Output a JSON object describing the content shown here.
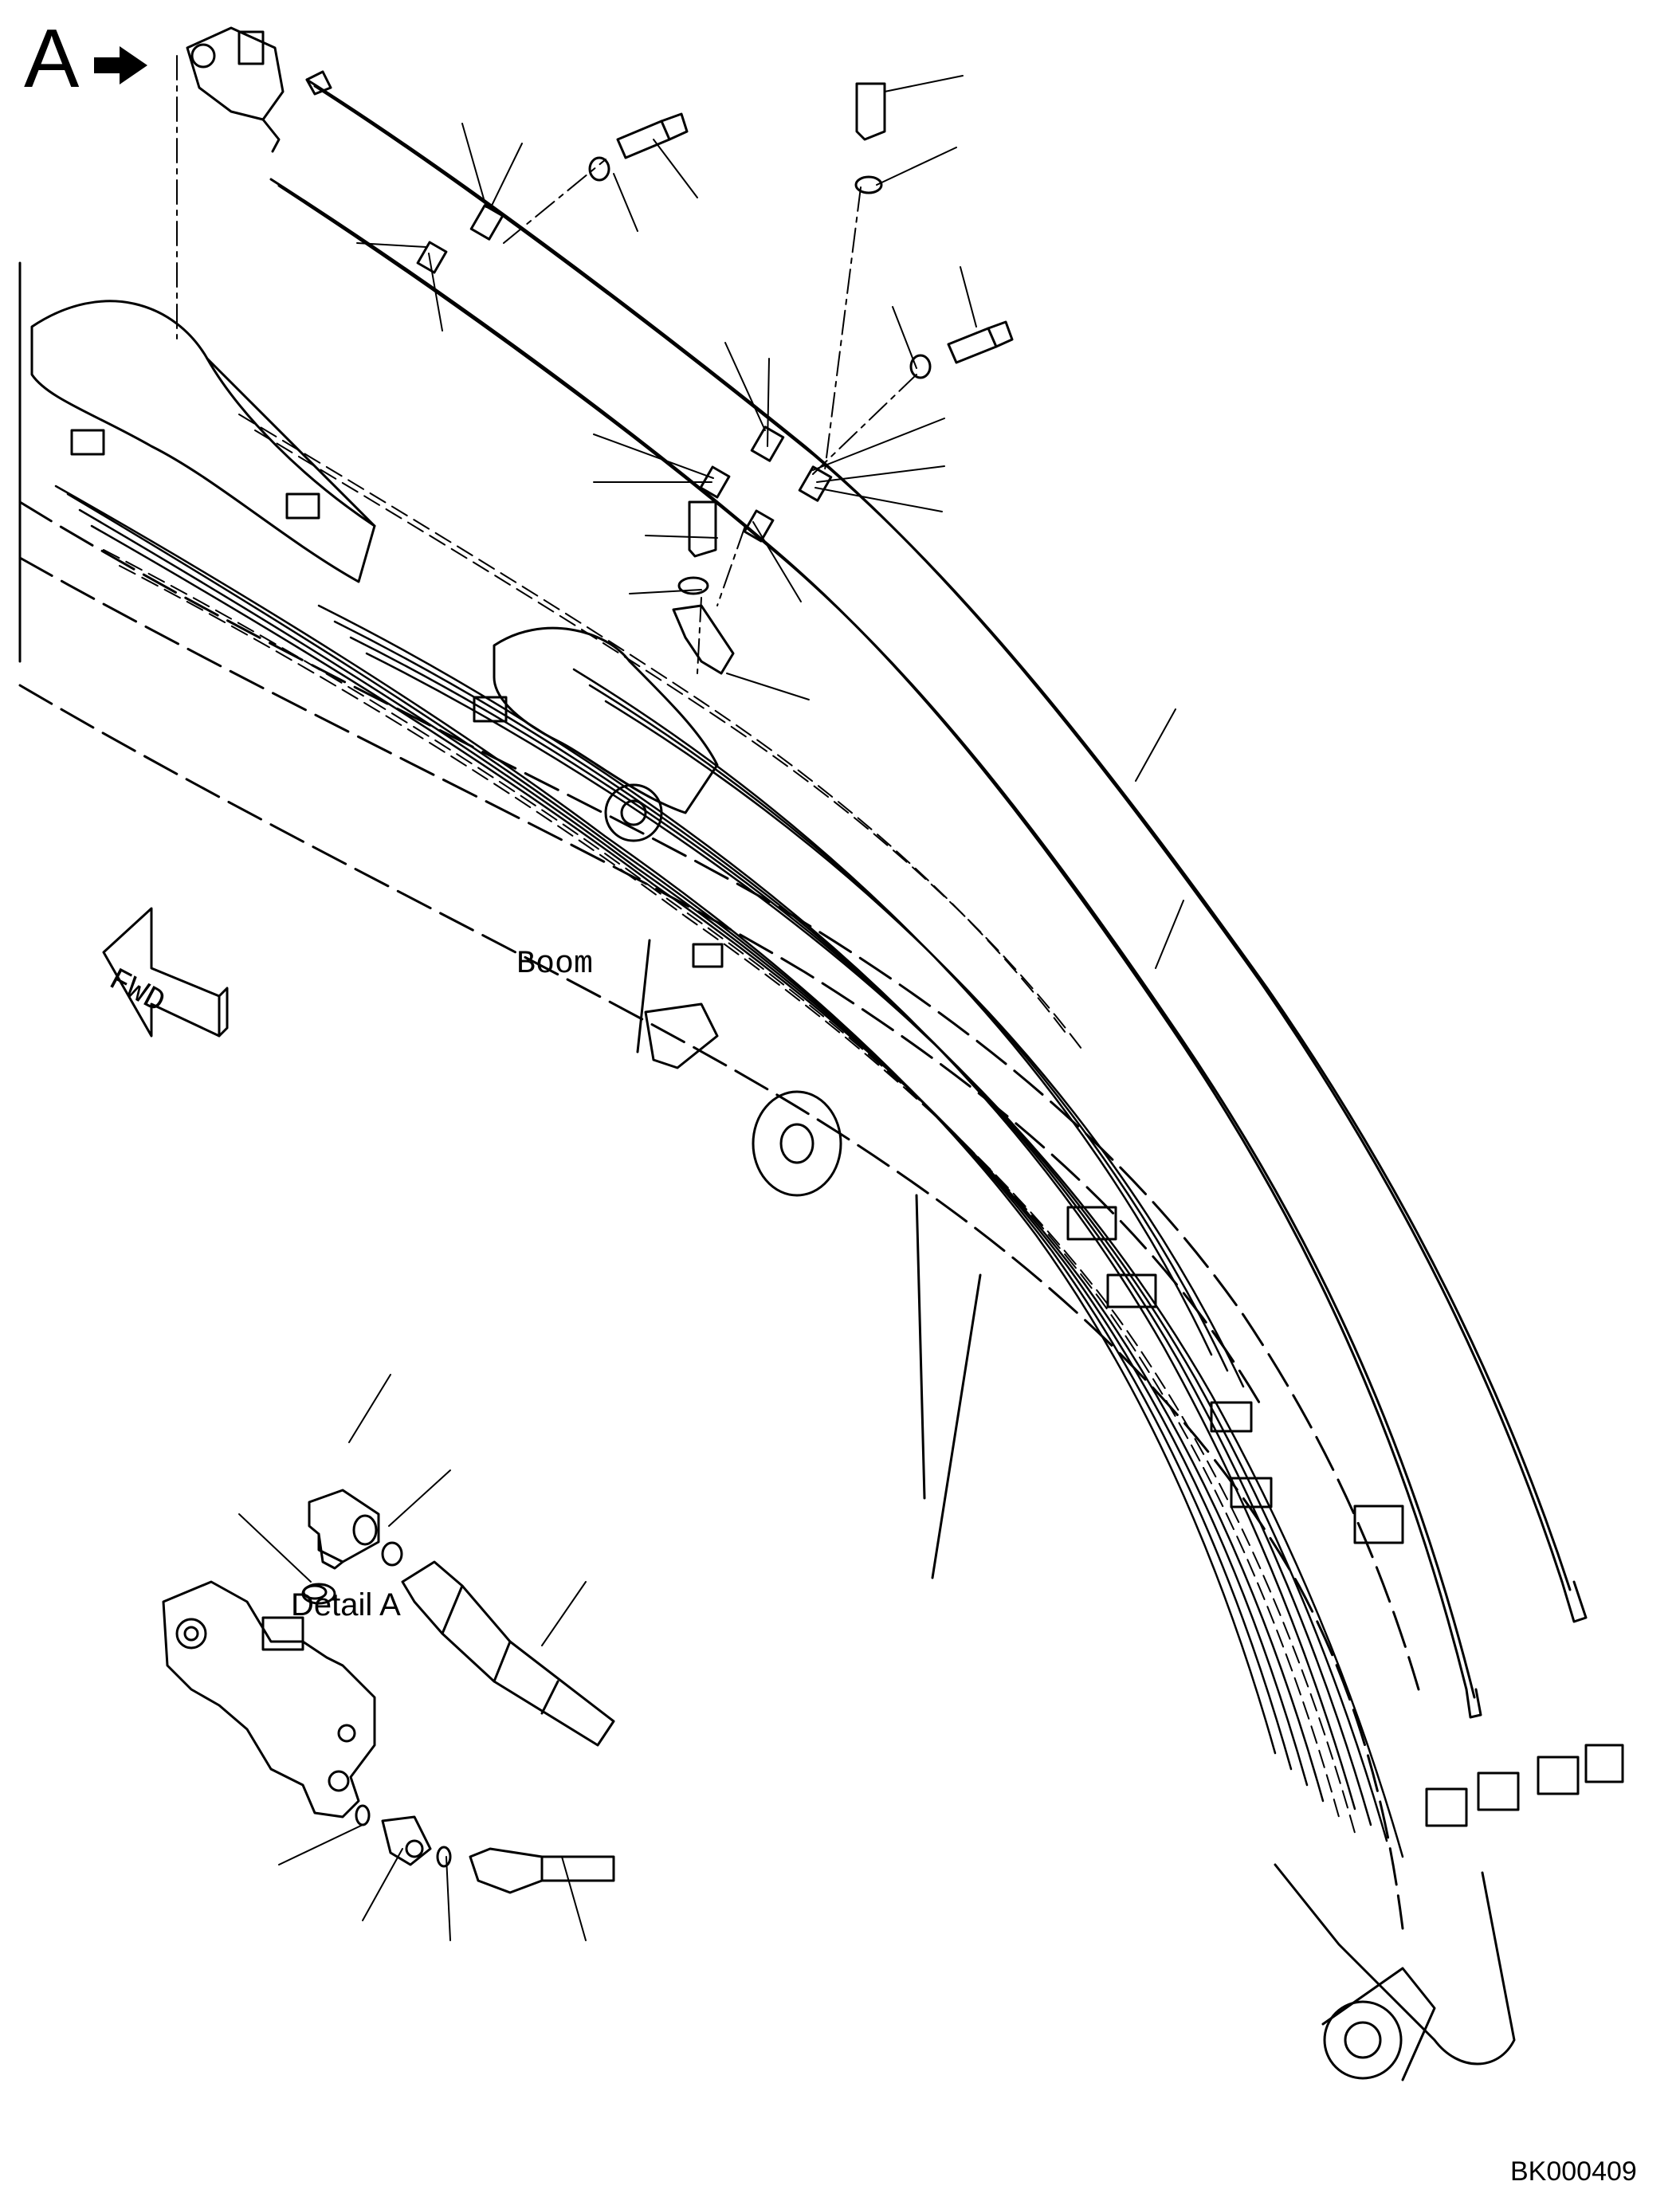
{
  "drawing": {
    "view_marker": "A",
    "boom_label": "Boom",
    "fwd_label": "FWD",
    "detail_label": "Detail A",
    "reference_code": "BK000409"
  },
  "colors": {
    "ink": "#000000",
    "paper": "#ffffff"
  },
  "icons": {
    "view_arrow": "right-arrow-icon",
    "forward_arrow": "forward-direction-arrow-icon"
  }
}
